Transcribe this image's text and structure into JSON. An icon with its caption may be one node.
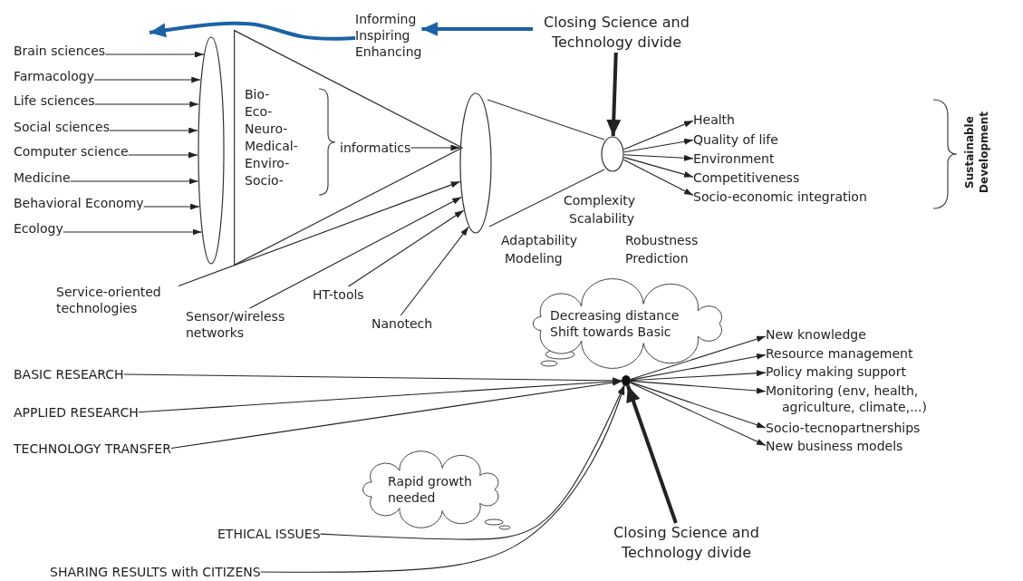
{
  "diagram": {
    "nodes": [
      {
        "text": [
          "Brain sciences"
        ]
      },
      {
        "text": [
          "Farmacology"
        ]
      },
      {
        "text": [
          "Life sciences"
        ]
      },
      {
        "text": [
          "Social sciences"
        ]
      },
      {
        "text": [
          "Computer science"
        ]
      },
      {
        "text": [
          "Medicine"
        ]
      },
      {
        "text": [
          "Behavioral Economy"
        ]
      },
      {
        "text": [
          "Ecology"
        ]
      },
      {
        "text": [],
        "shape": "ellipse"
      },
      {
        "text": [],
        "shape": "triangle"
      },
      {
        "text": [
          "Bio-",
          "Eco-",
          "Neuro-",
          "Medical-",
          "Enviro-",
          "Socio-"
        ],
        "in": 9
      },
      {
        "text": [
          "informatics"
        ],
        "in": 9
      },
      {
        "text": [],
        "shape": "ellipse"
      },
      {
        "text": [],
        "shape": "ellipse"
      },
      {
        "text": [
          "Informing",
          "Inspiring",
          "Enhancing"
        ]
      },
      {
        "text": [
          "Closing Science and Technology divide"
        ]
      },
      {
        "text": [
          "Health"
        ]
      },
      {
        "text": [
          "Quality of life"
        ]
      },
      {
        "text": [
          "Environment"
        ]
      },
      {
        "text": [
          "Competitiveness"
        ]
      },
      {
        "text": [
          "Socio-economic integration"
        ]
      },
      {
        "text": [
          "Service-oriented technologies"
        ]
      },
      {
        "text": [
          "Sensor/wireless networks"
        ]
      },
      {
        "text": [
          "HT-tools"
        ]
      },
      {
        "text": [
          "Nanotech"
        ]
      },
      {
        "text": [
          "Decreasing distance",
          "Shift towards Basic"
        ]
      },
      {
        "text": [
          "BASIC RESEARCH"
        ]
      },
      {
        "text": [
          "APPLIED RESEARCH"
        ]
      },
      {
        "text": [
          "TECHNOLOGY TRANSFER"
        ]
      },
      {
        "text": [],
        "shape": "circle"
      },
      {
        "text": [
          "Rapid growth needed"
        ]
      },
      {
        "text": [
          "ETHICAL ISSUES"
        ]
      },
      {
        "text": [
          "SHARING RESULTS with CITIZENS"
        ]
      },
      {
        "text": [
          "Closing Science and Technology divide"
        ]
      },
      {
        "text": [
          "New knowledge"
        ]
      },
      {
        "text": [
          "Resource management"
        ]
      },
      {
        "text": [
          "Policy making support"
        ]
      },
      {
        "text": [
          "Monitoring (env, health, agriculture, climate,...)"
        ]
      },
      {
        "text": [
          "Socio-tecnopartnerships"
        ]
      },
      {
        "text": [
          "New business models"
        ]
      }
    ],
    "edges": [
      {
        "from": 0,
        "to": 8,
        "arrow": "to"
      },
      {
        "from": 1,
        "to": 8,
        "arrow": "to"
      },
      {
        "from": 2,
        "to": 8,
        "arrow": "to"
      },
      {
        "from": 3,
        "to": 8,
        "arrow": "to"
      },
      {
        "from": 4,
        "to": 8,
        "arrow": "to"
      },
      {
        "from": 5,
        "to": 8,
        "arrow": "to"
      },
      {
        "from": 6,
        "to": 8,
        "arrow": "to"
      },
      {
        "from": 7,
        "to": 8,
        "arrow": "to"
      },
      {
        "from": 11,
        "to": 12,
        "arrow": "to"
      },
      {
        "from": 15,
        "to": 14,
        "arrow": "to",
        "style": "thick",
        "color": "#1b62a6"
      },
      {
        "from": 14,
        "to": null,
        "arrow": "to",
        "style": "thick",
        "color": "#1b62a6"
      },
      {
        "from": 15,
        "to": 13,
        "arrow": "to",
        "style": "thick"
      },
      {
        "from": 13,
        "to": 16,
        "arrow": "to"
      },
      {
        "from": 13,
        "to": 17,
        "arrow": "to"
      },
      {
        "from": 13,
        "to": 18,
        "arrow": "to"
      },
      {
        "from": 13,
        "to": 19,
        "arrow": "to"
      },
      {
        "from": 13,
        "to": 20,
        "arrow": "to"
      },
      {
        "from": 21,
        "to": 12,
        "arrow": "to"
      },
      {
        "from": 22,
        "to": 12,
        "arrow": "to"
      },
      {
        "from": 23,
        "to": 12,
        "arrow": "to"
      },
      {
        "from": 24,
        "to": 12,
        "arrow": "to"
      },
      {
        "from": 26,
        "to": 29,
        "arrow": "to"
      },
      {
        "from": 27,
        "to": 29,
        "arrow": "to"
      },
      {
        "from": 28,
        "to": 29,
        "arrow": "to"
      },
      {
        "from": 31,
        "to": 29,
        "arrow": "to"
      },
      {
        "from": 32,
        "to": 29,
        "arrow": "to"
      },
      {
        "from": 33,
        "to": 29,
        "arrow": "to",
        "style": "thick"
      },
      {
        "from": 29,
        "to": 34,
        "arrow": "to"
      },
      {
        "from": 29,
        "to": 35,
        "arrow": "to"
      },
      {
        "from": 29,
        "to": 36,
        "arrow": "to"
      },
      {
        "from": 29,
        "to": 37,
        "arrow": "to"
      },
      {
        "from": 29,
        "to": 38,
        "arrow": "to"
      },
      {
        "from": 29,
        "to": 39,
        "arrow": "to"
      }
    ],
    "labels": [
      "Complexity",
      "Scalability",
      "Adaptability",
      "Robustness",
      "Modeling",
      "Prediction",
      "Sustainable Development"
    ]
  }
}
